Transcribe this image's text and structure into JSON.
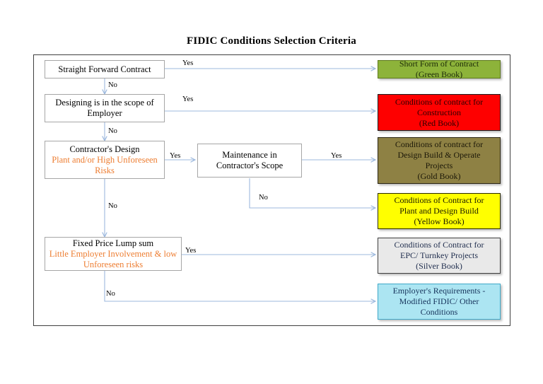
{
  "page": {
    "title": "FIDIC Conditions Selection Criteria",
    "accent_connector": "#9DB9DE",
    "accent_sub_text": "#ED7D31",
    "frame_color": "#3F3F3F"
  },
  "decisions": [
    {
      "id": "straight-forward-contract",
      "main": "Straight Forward Contract",
      "sub": ""
    },
    {
      "id": "designing-scope-employer",
      "main": "Designing is in the scope of Employer",
      "sub": ""
    },
    {
      "id": "contractors-design",
      "main": "Contractor's Design",
      "sub": "Plant and/or High Unforeseen Risks"
    },
    {
      "id": "maintenance-contractor-scope",
      "main": "Maintenance in Contractor's Scope",
      "sub": ""
    },
    {
      "id": "fixed-price-lump-sum",
      "main": "Fixed Price Lump sum",
      "sub": "Little Employer Involvement & low Unforeseen risks"
    }
  ],
  "outcomes": [
    {
      "id": "green-book",
      "lines": [
        "Short Form of Contract",
        "(Green Book)"
      ],
      "fill": "#8DB33A",
      "border": "#5E7A1E"
    },
    {
      "id": "red-book",
      "lines": [
        "Conditions of contract for",
        "Construction",
        "(Red Book)"
      ],
      "fill": "#FE0000",
      "border": "#1A1A1A"
    },
    {
      "id": "gold-book",
      "lines": [
        "Conditions of contract for",
        "Design Build & Operate",
        "Projects",
        "(Gold Book)"
      ],
      "fill": "#8E8144",
      "border": "#2B2614"
    },
    {
      "id": "yellow-book",
      "lines": [
        "Conditions of Contract for",
        "Plant and Design Build",
        "(Yellow Book)"
      ],
      "fill": "#FFFF00",
      "border": "#2B2B00"
    },
    {
      "id": "silver-book",
      "lines": [
        "Conditions of Contract for",
        "EPC/ Turnkey Projects",
        "(Silver Book)"
      ],
      "fill": "#E9E9E9",
      "border": "#3F3F3F"
    },
    {
      "id": "employer-requirements",
      "lines": [
        "Employer's Requirements -",
        "Modified FIDIC/ Other",
        "Conditions"
      ],
      "fill": "#ACE5F2",
      "border": "#3FA9C9"
    }
  ],
  "connector_labels": {
    "yes_straight_forward": "Yes",
    "no_straight_forward": "No",
    "yes_designing_scope": "Yes",
    "no_designing_scope": "No",
    "yes_contractors_design": "Yes",
    "no_contractors_design": "No",
    "yes_maintenance": "Yes",
    "no_maintenance": "No",
    "yes_fixed_price": "Yes",
    "no_fixed_price": "No"
  }
}
